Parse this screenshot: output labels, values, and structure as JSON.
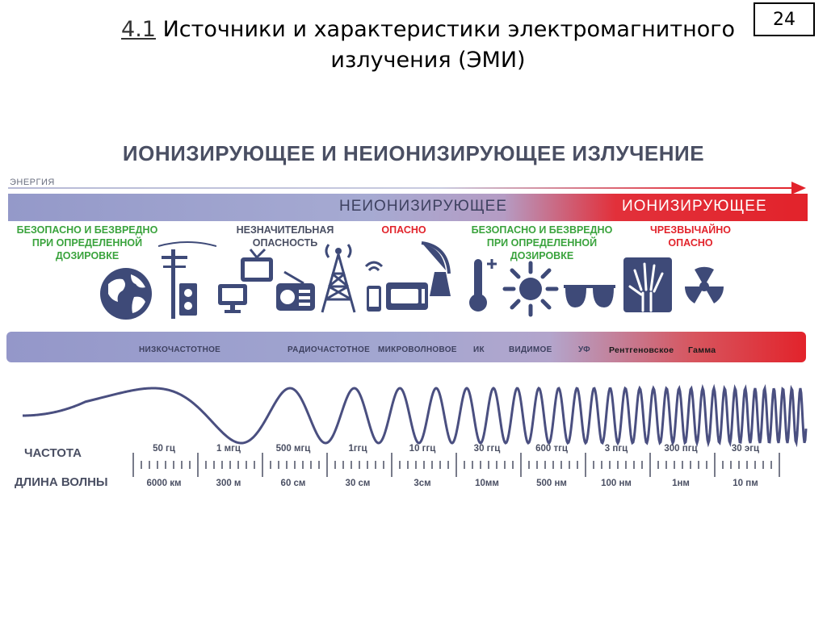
{
  "header": {
    "number": "4.1",
    "title_line1": "Источники и характеристики электромагнитного",
    "title_line2": "излучения (ЭМИ)",
    "page": "24"
  },
  "infographic": {
    "title": "ИОНИЗИРУЮЩЕЕ И НЕИОНИЗИРУЮЩЕЕ ИЗЛУЧЕНИЕ",
    "energy_label": "ЭНЕРГИЯ",
    "nonionizing": "НЕИОНИЗИРУЮЩЕЕ",
    "ionizing": "ИОНИЗИРУЮЩЕЕ",
    "hazards": [
      {
        "line1": "БЕЗОПАСНО И БЕЗВРЕДНО",
        "line2": "ПРИ ОПРЕДЕЛЕННОЙ",
        "line3": "ДОЗИРОВКЕ"
      },
      {
        "line1": "НЕЗНАЧИТЕЛЬНАЯ",
        "line2": "ОПАСНОСТЬ"
      },
      {
        "line1": "ОПАСНО"
      },
      {
        "line1": "БЕЗОПАСНО И БЕЗВРЕДНО",
        "line2": "ПРИ ОПРЕДЕЛЕННОЙ",
        "line3": "ДОЗИРОВКЕ"
      },
      {
        "line1": "ЧРЕЗВЫЧАЙНО",
        "line2": "ОПАСНО"
      }
    ],
    "sectors": [
      "НИЗКОЧАСТОТНОЕ",
      "РАДИОЧАСТОТНОЕ",
      "МИКРОВОЛНОВОЕ",
      "ИК",
      "ВИДИМОЕ",
      "УФ",
      "Рентгеновское",
      "Гамма"
    ],
    "frequency_label": "ЧАСТОТА",
    "wavelength_label": "ДЛИНА ВОЛНЫ",
    "frequencies": [
      "50 гц",
      "1 мгц",
      "500 мгц",
      "1ггц",
      "10 ггц",
      "30 ггц",
      "600 тгц",
      "3 пгц",
      "300 пгц",
      "30 эгц"
    ],
    "wavelengths": [
      "6000 км",
      "300 м",
      "60 см",
      "30 см",
      "3см",
      "10мм",
      "500 нм",
      "100 нм",
      "1нм",
      "10 пм"
    ],
    "colors": {
      "band_blue": "#9499c9",
      "band_red": "#e2232b",
      "safe_green": "#3aa33d",
      "icon_navy": "#3e4a78",
      "text_grey": "#4a4f63"
    }
  }
}
